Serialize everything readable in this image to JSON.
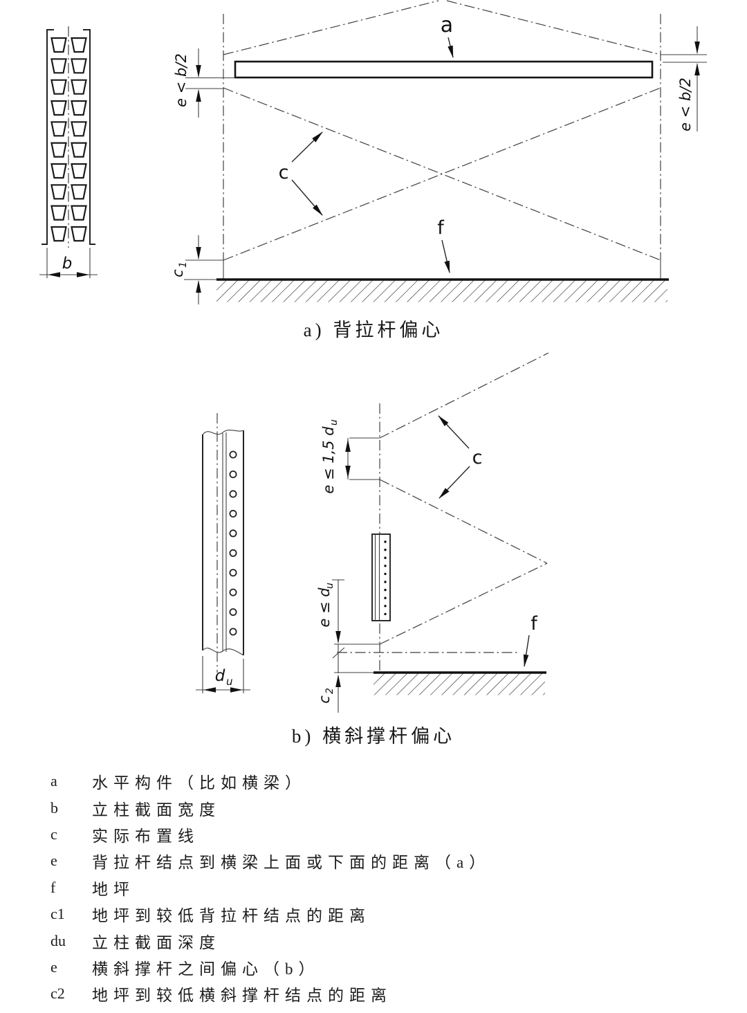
{
  "captions": {
    "a": "a)  背拉杆偏心",
    "b": "b)  横斜撑杆偏心"
  },
  "labels": {
    "a": "a",
    "b": "b",
    "c": "c",
    "f": "f",
    "ecc_beam": "e < b/2",
    "e15_base": "e ≤ 1,5 d",
    "edu_base": "e ≤ d",
    "sub_u": "u",
    "du_base": "d",
    "c1_base": "c",
    "c1_sub": "1",
    "c2_base": "c",
    "c2_sub": "2"
  },
  "legend": [
    {
      "key": "a",
      "desc": "水平构件（比如横梁）"
    },
    {
      "key": "b",
      "desc": "立柱截面宽度"
    },
    {
      "key": "c",
      "desc": "实际布置线"
    },
    {
      "key": "e",
      "desc": "背拉杆结点到横梁上面或下面的距离（a）"
    },
    {
      "key": "f",
      "desc": "地坪"
    },
    {
      "key": "c1",
      "desc": "地坪到较低背拉杆结点的距离"
    },
    {
      "key": "du",
      "desc": "立柱截面深度"
    },
    {
      "key": "e",
      "desc": "横斜撑杆之间偏心（b）"
    },
    {
      "key": "c2",
      "desc": "地坪到较低横斜撑杆结点的距离"
    }
  ]
}
